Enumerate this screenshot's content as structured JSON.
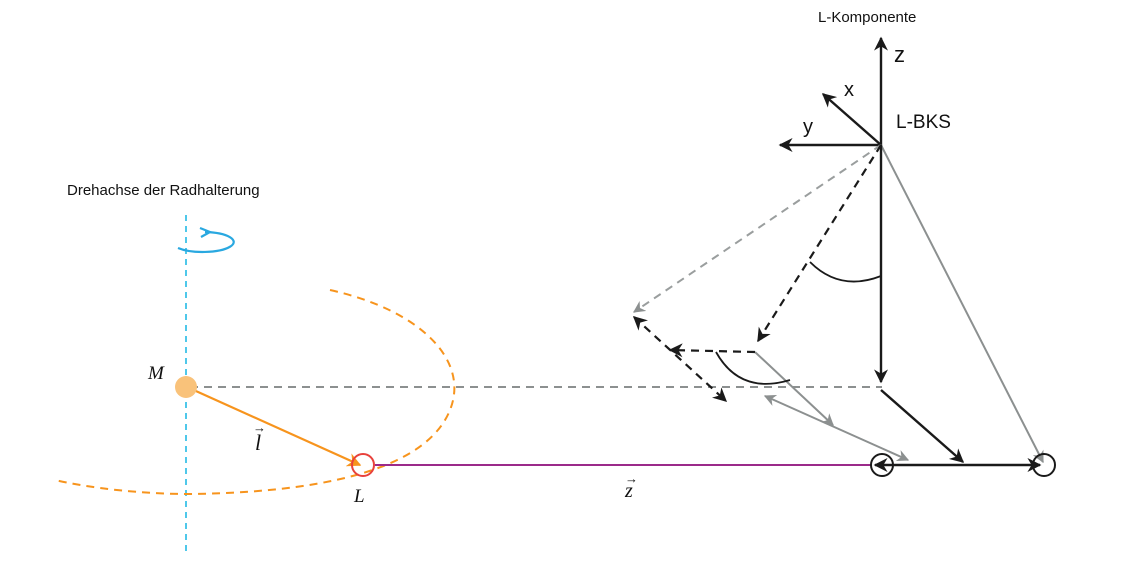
{
  "labels": {
    "component_title": "L-Komponente",
    "axis_z": "z",
    "axis_x": "x",
    "axis_y": "y",
    "frame_name": "L-BKS",
    "rotation_axis_caption": "Drehachse der Radhalterung",
    "point_m": "M",
    "point_l": "L",
    "vector_l": "l",
    "vector_z": "z",
    "vector_arrow_glyph": "→"
  },
  "colors": {
    "black": "#1a1a1a",
    "gray": "#8c9090",
    "dashed_gray": "#9a9e9e",
    "orange": "#f7941d",
    "orange_dot": "#f9c27a",
    "red": "#e8413c",
    "purple": "#9b2a8a",
    "cyan": "#4fc8ea",
    "rotation_icon": "#29a8e0"
  }
}
